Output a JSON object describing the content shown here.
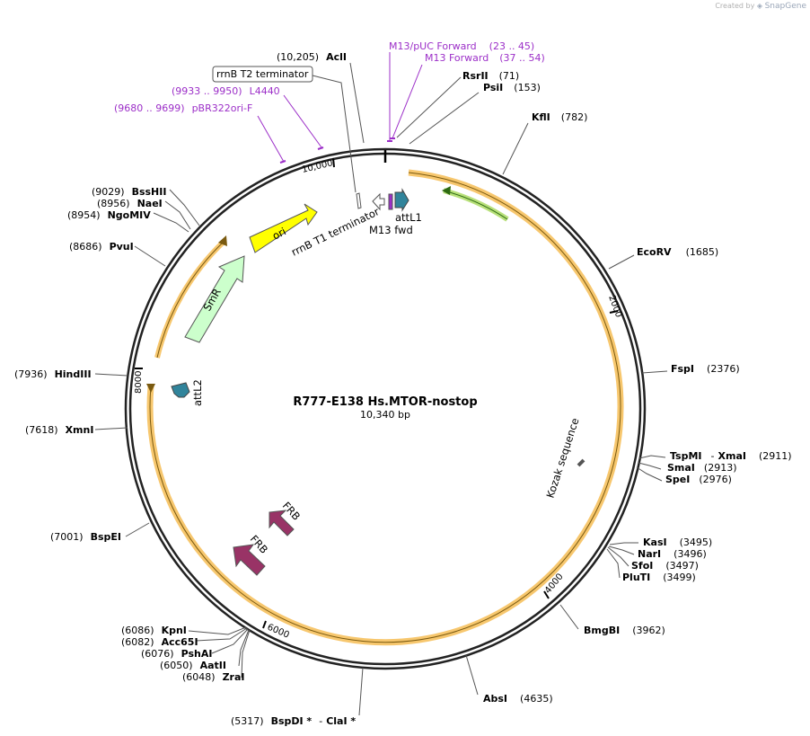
{
  "credit": {
    "prefix": "Created by",
    "brand": "SnapGene",
    "logo_icon": "snapgene-logo-icon"
  },
  "plasmid": {
    "name": "R777-E138 Hs.MTOR-nostop",
    "length_label": "10,340 bp",
    "length": 10340
  },
  "ticks": [
    {
      "label": "10,000",
      "pos": 10000
    },
    {
      "label": "2000",
      "pos": 2000
    },
    {
      "label": "4000",
      "pos": 4000
    },
    {
      "label": "6000",
      "pos": 6000
    },
    {
      "label": "8000",
      "pos": 8000
    }
  ],
  "sites": [
    {
      "id": "acli",
      "name": "AclI",
      "coord": "(10,205)",
      "pos": 10205
    },
    {
      "id": "rsrii",
      "name": "RsrII",
      "coord": "(71)",
      "pos": 71
    },
    {
      "id": "psii",
      "name": "PsiI",
      "coord": "(153)",
      "pos": 153
    },
    {
      "id": "kfli",
      "name": "KflI",
      "coord": "(782)",
      "pos": 782
    },
    {
      "id": "ecorv",
      "name": "EcoRV",
      "coord": "(1685)",
      "pos": 1685
    },
    {
      "id": "fspi",
      "name": "FspI",
      "coord": "(2376)",
      "pos": 2376
    },
    {
      "id": "tspmi",
      "name": "TspMI",
      "name2": "XmaI",
      "coord": "(2911)",
      "pos": 2911
    },
    {
      "id": "smai",
      "name": "SmaI",
      "coord": "(2913)",
      "pos": 2913
    },
    {
      "id": "spei",
      "name": "SpeI",
      "coord": "(2976)",
      "pos": 2976
    },
    {
      "id": "kasi",
      "name": "KasI",
      "coord": "(3495)",
      "pos": 3495
    },
    {
      "id": "nari",
      "name": "NarI",
      "coord": "(3496)",
      "pos": 3496
    },
    {
      "id": "sfoi",
      "name": "SfoI",
      "coord": "(3497)",
      "pos": 3497
    },
    {
      "id": "pluti",
      "name": "PluTI",
      "coord": "(3499)",
      "pos": 3499
    },
    {
      "id": "bmgbi",
      "name": "BmgBI",
      "coord": "(3962)",
      "pos": 3962
    },
    {
      "id": "absi",
      "name": "AbsI",
      "coord": "(4635)",
      "pos": 4635
    },
    {
      "id": "bspdi",
      "name": "BspDI *",
      "name2": "ClaI *",
      "coord": "(5317)",
      "pos": 5317
    },
    {
      "id": "zrai",
      "name": "ZraI",
      "coord": "(6048)",
      "pos": 6048
    },
    {
      "id": "aatii",
      "name": "AatII",
      "coord": "(6050)",
      "pos": 6050
    },
    {
      "id": "pshai",
      "name": "PshAI",
      "coord": "(6076)",
      "pos": 6076
    },
    {
      "id": "acc65i",
      "name": "Acc65I",
      "coord": "(6082)",
      "pos": 6082
    },
    {
      "id": "kpni",
      "name": "KpnI",
      "coord": "(6086)",
      "pos": 6086
    },
    {
      "id": "bspei",
      "name": "BspEI",
      "coord": "(7001)",
      "pos": 7001
    },
    {
      "id": "xmni",
      "name": "XmnI",
      "coord": "(7618)",
      "pos": 7618
    },
    {
      "id": "hindiii",
      "name": "HindIII",
      "coord": "(7936)",
      "pos": 7936
    },
    {
      "id": "pvui",
      "name": "PvuI",
      "coord": "(8686)",
      "pos": 8686
    },
    {
      "id": "ngomiv",
      "name": "NgoMIV",
      "coord": "(8954)",
      "pos": 8954
    },
    {
      "id": "naei",
      "name": "NaeI",
      "coord": "(8956)",
      "pos": 8956
    },
    {
      "id": "bsshii",
      "name": "BssHII",
      "coord": "(9029)",
      "pos": 9029
    }
  ],
  "primers": [
    {
      "id": "m13puc",
      "name": "M13/pUC Forward",
      "range": "(23 .. 45)",
      "pos": 34
    },
    {
      "id": "m13fwd",
      "name": "M13 Forward",
      "range": "(37 .. 54)",
      "pos": 45
    },
    {
      "id": "l4440",
      "name": "L4440",
      "range": "(9933 .. 9950)",
      "pos": 9941
    },
    {
      "id": "pbr322",
      "name": "pBR322ori-F",
      "range": "(9680 .. 9699)",
      "pos": 9690
    }
  ],
  "features": [
    {
      "id": "ori",
      "label": "ori",
      "color": "#ffff00"
    },
    {
      "id": "smr",
      "label": "SmR",
      "color": "#ccffcc"
    },
    {
      "id": "rrnb-t1",
      "label": "rrnB T1 terminator",
      "color": "#ffffff"
    },
    {
      "id": "rrnb-t2",
      "label": "rrnB T2 terminator",
      "color": "#ffffff"
    },
    {
      "id": "attl1",
      "label": "attL1",
      "color": "#31849b"
    },
    {
      "id": "m13fwd-feature",
      "label": "M13 fwd",
      "color": "#9c2fc8"
    },
    {
      "id": "attl2",
      "label": "attL2",
      "color": "#31849b"
    },
    {
      "id": "frb-1",
      "label": "FRB",
      "color": "#993366"
    },
    {
      "id": "frb-2",
      "label": "FRB",
      "color": "#993366"
    },
    {
      "id": "kozak",
      "label": "Kozak sequence",
      "color": "#000000"
    }
  ],
  "colors": {
    "orf": "#f5b94a",
    "backbone": "#222222",
    "primer": "#9c2fc8",
    "green_orf": "#7ec03a"
  }
}
